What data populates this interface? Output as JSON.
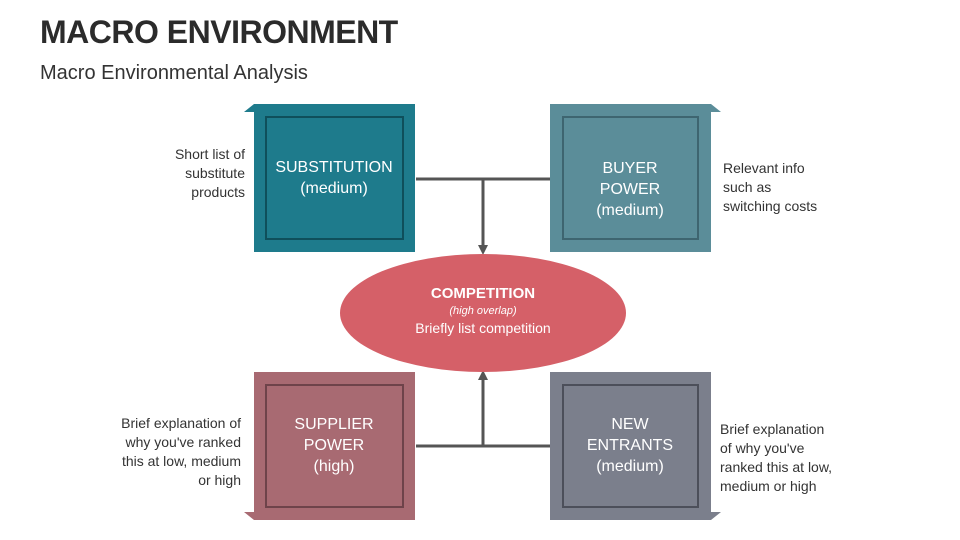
{
  "title": "MACRO ENVIRONMENT",
  "subtitle": "Macro Environmental Analysis",
  "colors": {
    "substitution": "#1e7b8c",
    "buyer_power": "#5b8d99",
    "supplier_power": "#a86a72",
    "new_entrants": "#7b7f8c",
    "competition": "#d56068",
    "connector": "#555555"
  },
  "boxes": {
    "substitution": {
      "lines": [
        "SUBSTITUTION",
        "(medium)"
      ]
    },
    "buyer_power": {
      "lines": [
        "BUYER",
        "POWER",
        "(medium)"
      ]
    },
    "supplier_power": {
      "lines": [
        "SUPPLIER",
        "POWER",
        "(high)"
      ]
    },
    "new_entrants": {
      "lines": [
        "NEW",
        "ENTRANTS",
        "(medium)"
      ]
    }
  },
  "competition": {
    "title": "COMPETITION",
    "overlap": "(high overlap)",
    "text": "Briefly list competition"
  },
  "notes": {
    "substitution": [
      "Short list of",
      "substitute",
      "products"
    ],
    "buyer_power": [
      "Relevant info",
      "such as",
      "switching costs"
    ],
    "supplier_power": [
      "Brief explanation of",
      "why you've ranked",
      "this at low, medium",
      "or high"
    ],
    "new_entrants": [
      "Brief explanation",
      "of why you've",
      "ranked this at low,",
      "medium or high"
    ]
  }
}
